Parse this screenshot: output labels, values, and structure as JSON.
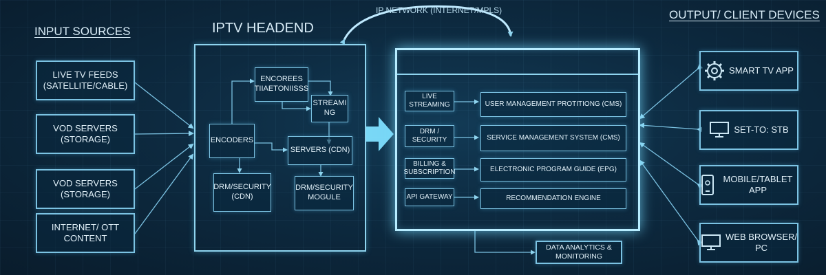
{
  "titles": {
    "input_sources": "INPUT SOURCES",
    "headend": "IPTV HEADEND",
    "ip_network": "IP NETWORK (INTERNET/MPLS)",
    "output_devices": "OUTPUT/ CLIENT DEVICES"
  },
  "input_sources": [
    "LIVE TV FEEDS (SATELLITE/CABLE)",
    "VOD SERVERS (STORAGE)",
    "VOD SERVERS (STORAGE)",
    "INTERNET/ OTT CONTENT"
  ],
  "headend": {
    "encores": "ENCOREES TIIAETONIISSS",
    "streaming": "STREAMI NG",
    "encoders": "ENCODERS",
    "servers": "SERVERS (CDN)",
    "drm_cdn": "DRM/SECURITY (CDN)",
    "drm_module": "DRM/SECURITY MOGULE"
  },
  "middleware": {
    "left": [
      "LIVE STREAMING",
      "DRM / SECURITY",
      "BILLING & SUBSCRIPTION",
      "API GATEWAY"
    ],
    "right": [
      "USER MANAGEMENT PROTITIONG (CMS)",
      "SERVICE MANAGEMENT SYSTEM (CMS)",
      "ELECTRONIC PROGRAM GUIDE (EPG)",
      "RECOMMENDATION ENGINE"
    ]
  },
  "data_analytics": "DATA ANALYTICS & MONITORING",
  "devices": [
    {
      "label": "SMART TV APP",
      "icon": "gear-icon"
    },
    {
      "label": "SET-TO: STB",
      "icon": "monitor-icon"
    },
    {
      "label": "MOBILE/TABLET APP",
      "icon": "mobile-icon"
    },
    {
      "label": "WEB BROWSER/ PC",
      "icon": "monitor-icon"
    }
  ],
  "colors": {
    "background": "#0b2236",
    "line": "#7cc3e3",
    "glow": "#b7ecff",
    "text": "#e2f1f9"
  }
}
